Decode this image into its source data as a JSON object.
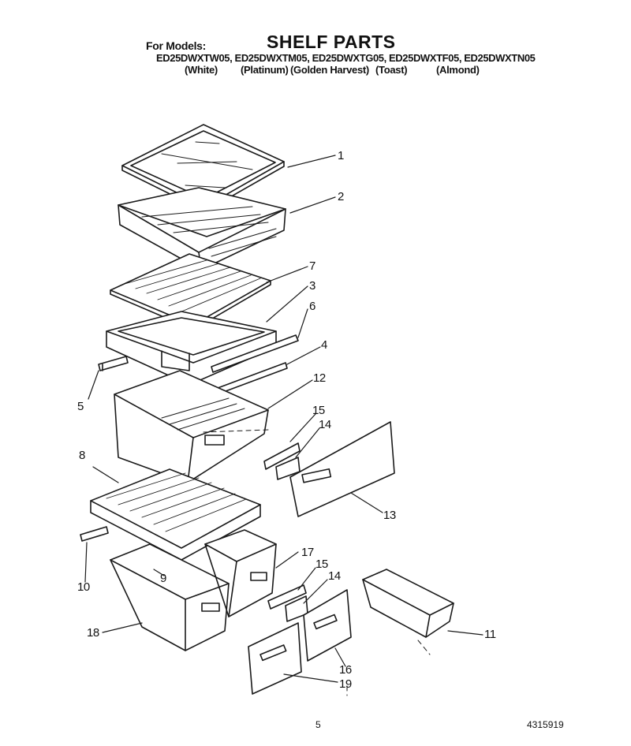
{
  "header": {
    "for_models": "For Models:",
    "title": "SHELF PARTS",
    "model_numbers": "ED25DWXTW05, ED25DWXTM05, ED25DWXTG05, ED25DWXTF05, ED25DWXTN05",
    "colors": [
      "(White)",
      "(Platinum)",
      "(Golden Harvest)",
      "(Toast)",
      "(Almond)"
    ]
  },
  "callouts": [
    "1",
    "2",
    "7",
    "3",
    "6",
    "4",
    "5",
    "12",
    "15",
    "14",
    "8",
    "13",
    "17",
    "15",
    "14",
    "10",
    "9",
    "11",
    "18",
    "16",
    "19"
  ],
  "footer": {
    "page_number": "5",
    "document_number": "4315919"
  }
}
